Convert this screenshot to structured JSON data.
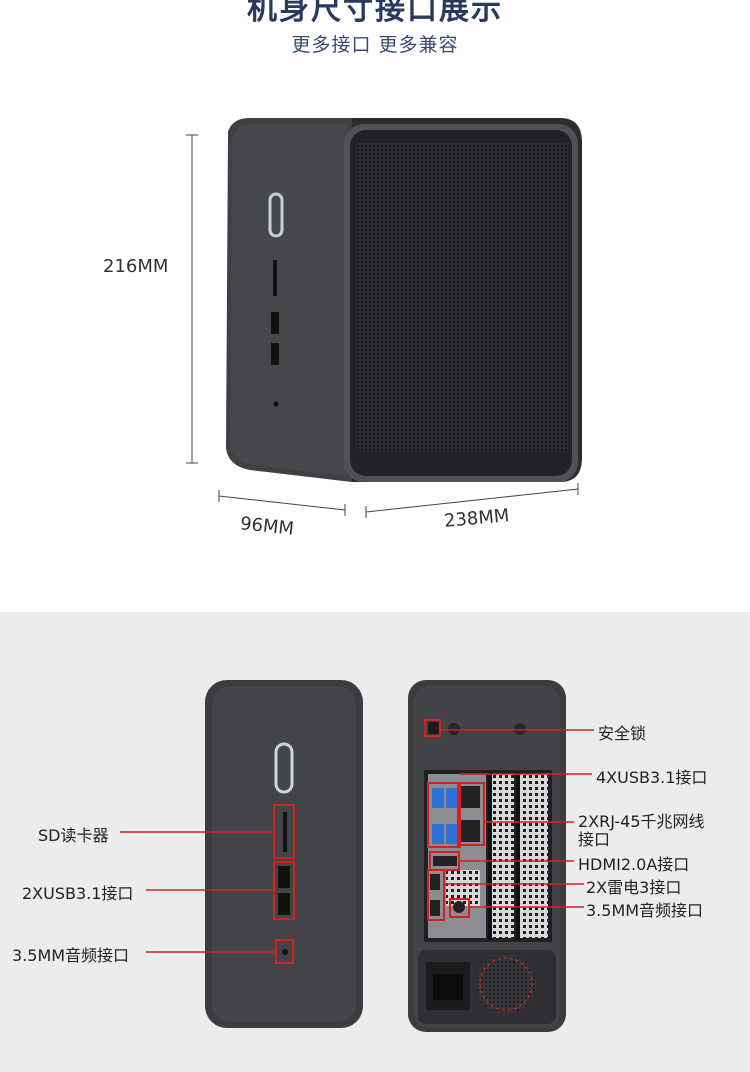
{
  "header": {
    "title": "机身尺寸接口展示",
    "subtitle": "更多接口 更多兼容"
  },
  "dimensions": {
    "height": "216MM",
    "depth": "96MM",
    "width": "238MM"
  },
  "front_ports": {
    "sd_reader": "SD读卡器",
    "usb": "2XUSB3.1接口",
    "audio": "3.5MM音频接口"
  },
  "rear_ports": {
    "lock": "安全锁",
    "usb": "4XUSB3.1接口",
    "rj45": "2XRJ-45千兆网线",
    "rj45_cont": "接口",
    "hdmi": "HDMI2.0A接口",
    "thunderbolt": "2X雷电3接口",
    "audio": "3.5MM音频接口"
  },
  "colors": {
    "title": "#2a3a5e",
    "callout": "#d42020",
    "chassis": "#3a3b3e"
  }
}
